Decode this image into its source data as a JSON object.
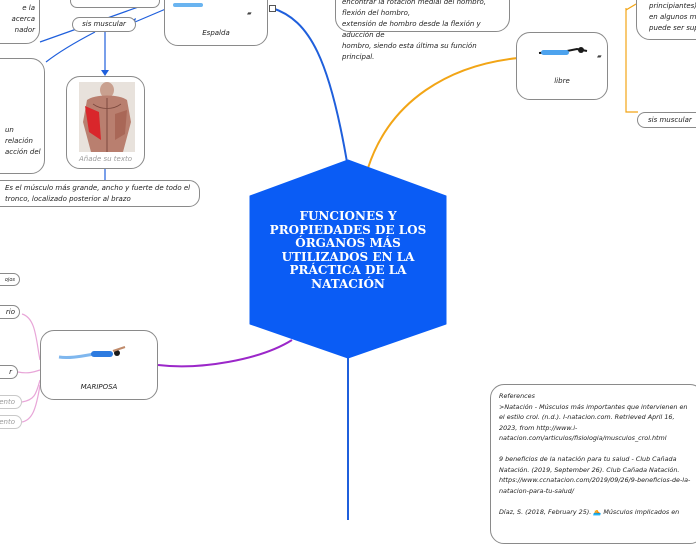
{
  "colors": {
    "central_fill": "#0a5cf5",
    "blue_branch": "#1f5fdc",
    "orange_branch": "#f2a516",
    "purple_branch": "#9b27c9",
    "pink_branch": "#e8a6d8",
    "node_border": "#8a8a8a"
  },
  "central": {
    "title": "FUNCIONES Y PROPIEDADES DE LOS ÓRGANOS MÁS UTILIZADOS EN LA PRÁCTICA DE LA NATACIÓN"
  },
  "top_left": {
    "text_fragments": [
      "e la",
      "acerca",
      "nador"
    ],
    "muscle_label": "sis muscular",
    "espalda_label": "Espalda"
  },
  "left_middle": {
    "text_fragments": [
      "un",
      "relación",
      "acción del"
    ],
    "image_caption": "Añade su texto",
    "description": "Es el músculo más grande, ancho y fuerte de todo el tronco, localizado posterior al brazo"
  },
  "top_right": {
    "description_lines": [
      "encontrar la rotación medial del hombro, flexión del hombro,",
      "extensión de hombro desde la flexión y aducción de",
      "hombro, siendo esta última su función principal."
    ],
    "libre_label": "libre",
    "far_right_fragments": [
      "principiantes) y",
      "en algunos mo",
      "puede ser supe"
    ],
    "muscle_label": "sis muscular"
  },
  "left_bottom": {
    "mariposa_label": "MARIPOSA",
    "fragments": [
      "ojos",
      "rio",
      "r",
      "ento",
      "ento"
    ]
  },
  "references": {
    "lines": [
      "References",
      ">Natación - Músculos más importantes que intervienen en",
      "el estilo crol. (n.d.). I-natacion.com. Retrieved April 16,",
      "2023, from http://www.i-",
      "natacion.com/articulos/fisiologia/musculos_crol.html",
      "",
      "9 beneficios de la natación para tu salud - Club Cañada",
      "Natación. (2019, September 26). Club Cañada Natación.",
      "https://www.ccnatacion.com/2019/09/26/9-beneficios-de-la-",
      "natacion-para-tu-salud/",
      "",
      "Díaz, S. (2018, February 25). 🏊 Músculos implicados en"
    ]
  }
}
